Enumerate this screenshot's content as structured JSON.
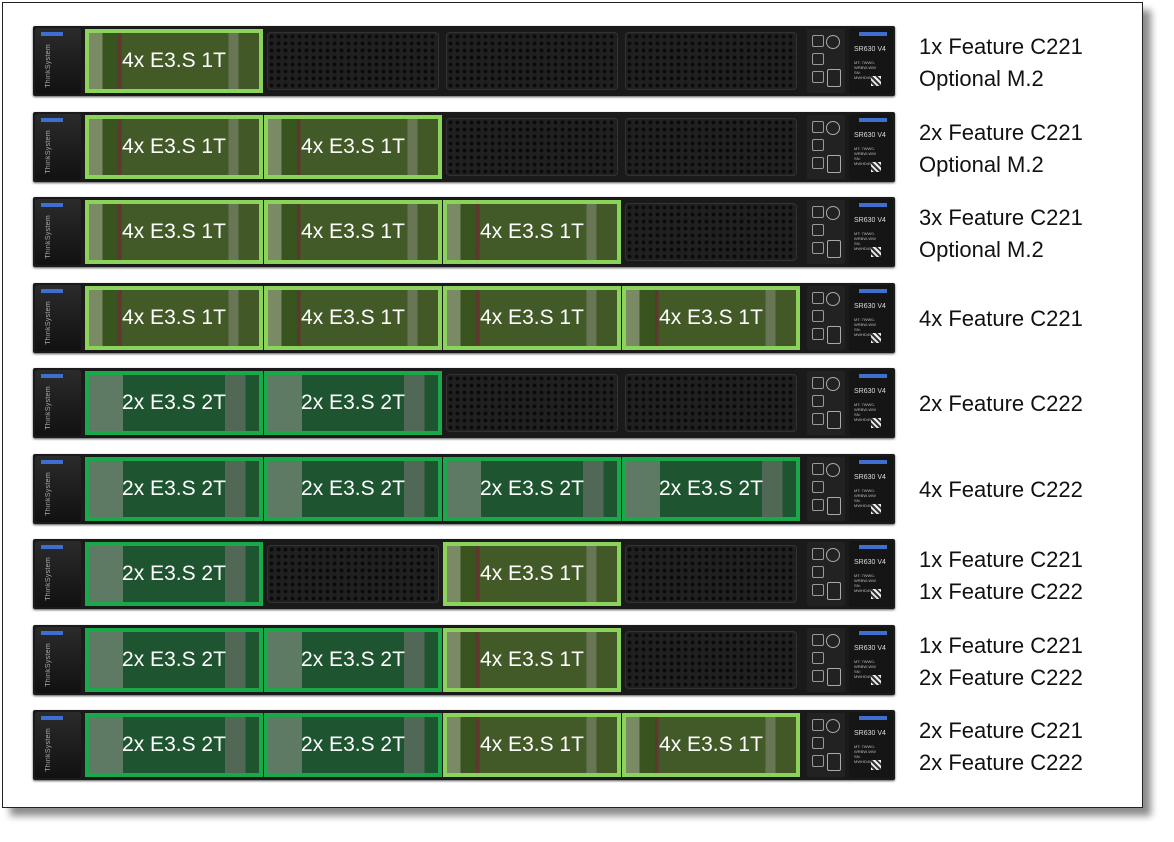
{
  "server_labels": {
    "brand": "ThinkSystem",
    "model": "SR630 V4",
    "small_text": "MT: 7WW0-WRBW-WW SN: MWHD4WRB"
  },
  "colors": {
    "bay_1t_border": "#8bd35b",
    "bay_2t_border": "#19a84a",
    "chassis": "#1a1a1a",
    "accent_blue": "#3d6fd1"
  },
  "rows": [
    {
      "bays": [
        {
          "label": "4x E3.S 1T",
          "type": "1T"
        },
        null,
        null,
        null
      ],
      "desc": [
        "1x Feature C221",
        "Optional M.2"
      ]
    },
    {
      "bays": [
        {
          "label": "4x E3.S 1T",
          "type": "1T"
        },
        {
          "label": "4x E3.S 1T",
          "type": "1T"
        },
        null,
        null
      ],
      "desc": [
        "2x Feature C221",
        "Optional M.2"
      ]
    },
    {
      "bays": [
        {
          "label": "4x E3.S 1T",
          "type": "1T"
        },
        {
          "label": "4x E3.S 1T",
          "type": "1T"
        },
        {
          "label": "4x E3.S 1T",
          "type": "1T"
        },
        null
      ],
      "desc": [
        "3x Feature C221",
        "Optional M.2"
      ]
    },
    {
      "bays": [
        {
          "label": "4x E3.S 1T",
          "type": "1T"
        },
        {
          "label": "4x E3.S 1T",
          "type": "1T"
        },
        {
          "label": "4x E3.S 1T",
          "type": "1T"
        },
        {
          "label": "4x E3.S 1T",
          "type": "1T"
        }
      ],
      "desc": [
        "4x Feature C221"
      ]
    },
    {
      "bays": [
        {
          "label": "2x E3.S 2T",
          "type": "2T"
        },
        {
          "label": "2x E3.S 2T",
          "type": "2T"
        },
        null,
        null
      ],
      "desc": [
        "2x Feature C222"
      ]
    },
    {
      "bays": [
        {
          "label": "2x E3.S 2T",
          "type": "2T"
        },
        {
          "label": "2x E3.S 2T",
          "type": "2T"
        },
        {
          "label": "2x E3.S 2T",
          "type": "2T"
        },
        {
          "label": "2x E3.S 2T",
          "type": "2T"
        }
      ],
      "desc": [
        "4x Feature C222"
      ]
    },
    {
      "bays": [
        {
          "label": "2x E3.S 2T",
          "type": "2T"
        },
        null,
        {
          "label": "4x E3.S 1T",
          "type": "1T"
        },
        null
      ],
      "desc": [
        "1x Feature C221",
        "1x Feature C222"
      ]
    },
    {
      "bays": [
        {
          "label": "2x E3.S 2T",
          "type": "2T"
        },
        {
          "label": "2x E3.S 2T",
          "type": "2T"
        },
        {
          "label": "4x E3.S 1T",
          "type": "1T"
        },
        null
      ],
      "desc": [
        "1x Feature C221",
        "2x Feature C222"
      ]
    },
    {
      "bays": [
        {
          "label": "2x E3.S 2T",
          "type": "2T"
        },
        {
          "label": "2x E3.S 2T",
          "type": "2T"
        },
        {
          "label": "4x E3.S 1T",
          "type": "1T"
        },
        {
          "label": "4x E3.S 1T",
          "type": "1T"
        }
      ],
      "desc": [
        "2x Feature C221",
        "2x Feature C222"
      ]
    }
  ]
}
